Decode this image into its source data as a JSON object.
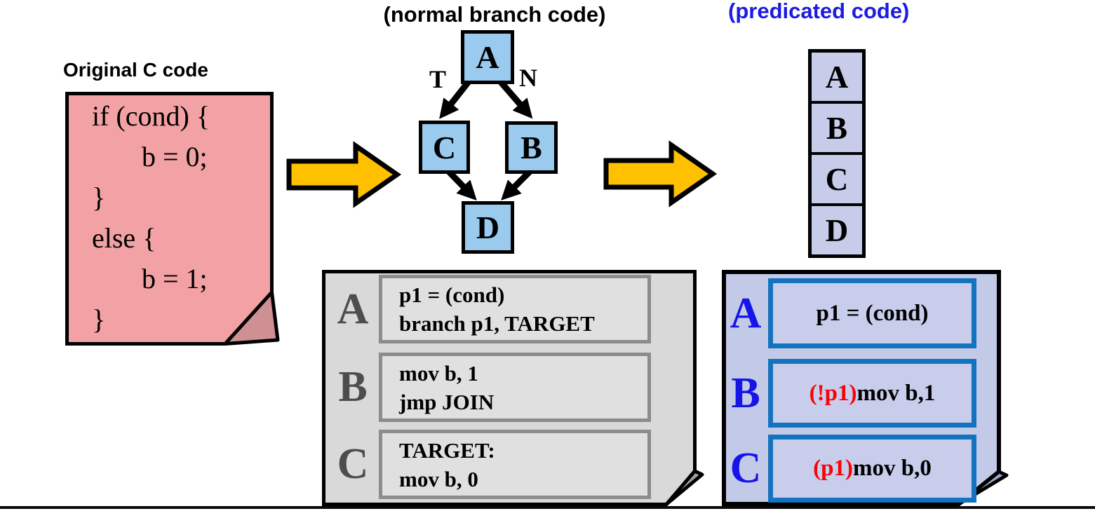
{
  "labels": {
    "original_c_code": "Original C code",
    "normal_branch_code": "(normal branch code)",
    "predicated_code": "(predicated code)"
  },
  "c_code": {
    "lines": [
      {
        "text": "if (cond) {",
        "indent": 0
      },
      {
        "text": "b = 0;",
        "indent": 1
      },
      {
        "text": "}",
        "indent": 0
      },
      {
        "text": "else {",
        "indent": 0
      },
      {
        "text": "b = 1;",
        "indent": 1
      },
      {
        "text": "}",
        "indent": 0
      }
    ]
  },
  "flow_graph": {
    "nodes": [
      {
        "id": "A",
        "label": "A"
      },
      {
        "id": "C",
        "label": "C"
      },
      {
        "id": "B",
        "label": "B"
      },
      {
        "id": "D",
        "label": "D"
      }
    ],
    "edges": [
      "A-T-C",
      "A-N-B",
      "C-D",
      "B-D"
    ],
    "taken_label": "T",
    "not_taken_label": "N"
  },
  "predicated_stack": {
    "blocks": [
      "A",
      "B",
      "C",
      "D"
    ]
  },
  "branch_listing": {
    "rows": [
      {
        "block": "A",
        "lines": [
          "p1 = (cond)",
          "branch p1, TARGET"
        ]
      },
      {
        "block": "B",
        "lines": [
          "mov b, 1",
          "jmp JOIN"
        ]
      },
      {
        "block": "C",
        "lines": [
          "TARGET:",
          "mov b, 0"
        ]
      }
    ]
  },
  "predicated_listing": {
    "rows": [
      {
        "block": "A",
        "predicate": "",
        "instruction": "p1 = (cond)"
      },
      {
        "block": "B",
        "predicate": "(!p1)",
        "instruction": " mov b,1"
      },
      {
        "block": "C",
        "predicate": "(p1)",
        "instruction": " mov b,0"
      }
    ]
  },
  "colors": {
    "note_pink": "#f2a2a4",
    "note_pink_fold": "#cf9093",
    "flow_box_blue": "#9acbef",
    "stack_lavender": "#c6cce9",
    "gray_note": "#d9d9d9",
    "gray_note_inner_border": "#8c8c8c",
    "gray_note_fold": "#a0a0a0",
    "blue_note": "#c3cae8",
    "blue_note_fold": "#9ba4cb",
    "inner_box_border_blue": "#1473be",
    "block_letter_blue": "#1515e8",
    "block_letter_gray": "#4d4d4d",
    "predicate_red": "#fb0207",
    "title_blue": "#1b1be4",
    "arrow_yellow": "#ffc000"
  }
}
